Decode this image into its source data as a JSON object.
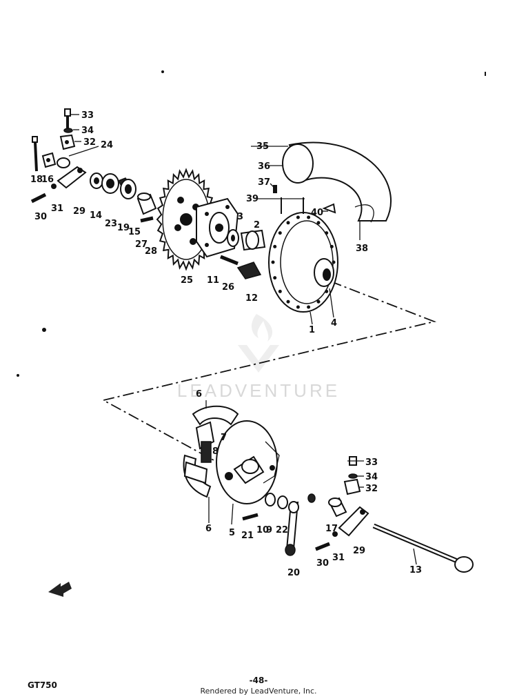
{
  "model": "GT750",
  "page_number": "-48-",
  "credit": "Rendered by LeadVenture, Inc.",
  "watermark": "LEADVENTURE",
  "labels": [
    {
      "id": "33a",
      "text": "33"
    },
    {
      "id": "34a",
      "text": "34"
    },
    {
      "id": "32a",
      "text": "32"
    },
    {
      "id": "24",
      "text": "24"
    },
    {
      "id": "18",
      "text": "18"
    },
    {
      "id": "16",
      "text": "16"
    },
    {
      "id": "31a",
      "text": "31"
    },
    {
      "id": "30a",
      "text": "30"
    },
    {
      "id": "29a",
      "text": "29"
    },
    {
      "id": "14",
      "text": "14"
    },
    {
      "id": "23",
      "text": "23"
    },
    {
      "id": "19",
      "text": "19"
    },
    {
      "id": "15",
      "text": "15"
    },
    {
      "id": "27",
      "text": "27"
    },
    {
      "id": "28",
      "text": "28"
    },
    {
      "id": "25",
      "text": "25"
    },
    {
      "id": "11",
      "text": "11"
    },
    {
      "id": "3",
      "text": "3"
    },
    {
      "id": "2",
      "text": "2"
    },
    {
      "id": "26",
      "text": "26"
    },
    {
      "id": "12",
      "text": "12"
    },
    {
      "id": "35",
      "text": "35"
    },
    {
      "id": "36",
      "text": "36"
    },
    {
      "id": "37",
      "text": "37"
    },
    {
      "id": "39",
      "text": "39"
    },
    {
      "id": "40",
      "text": "40"
    },
    {
      "id": "38",
      "text": "38"
    },
    {
      "id": "1",
      "text": "1"
    },
    {
      "id": "4",
      "text": "4"
    },
    {
      "id": "6a",
      "text": "6"
    },
    {
      "id": "7",
      "text": "7"
    },
    {
      "id": "8",
      "text": "8"
    },
    {
      "id": "6b",
      "text": "6"
    },
    {
      "id": "5",
      "text": "5"
    },
    {
      "id": "21",
      "text": "21"
    },
    {
      "id": "10",
      "text": "10"
    },
    {
      "id": "9",
      "text": "9"
    },
    {
      "id": "22",
      "text": "22"
    },
    {
      "id": "20",
      "text": "20"
    },
    {
      "id": "33b",
      "text": "33"
    },
    {
      "id": "34b",
      "text": "34"
    },
    {
      "id": "32b",
      "text": "32"
    },
    {
      "id": "17",
      "text": "17"
    },
    {
      "id": "31b",
      "text": "31"
    },
    {
      "id": "30b",
      "text": "30"
    },
    {
      "id": "29b",
      "text": "29"
    },
    {
      "id": "13",
      "text": "13"
    }
  ]
}
